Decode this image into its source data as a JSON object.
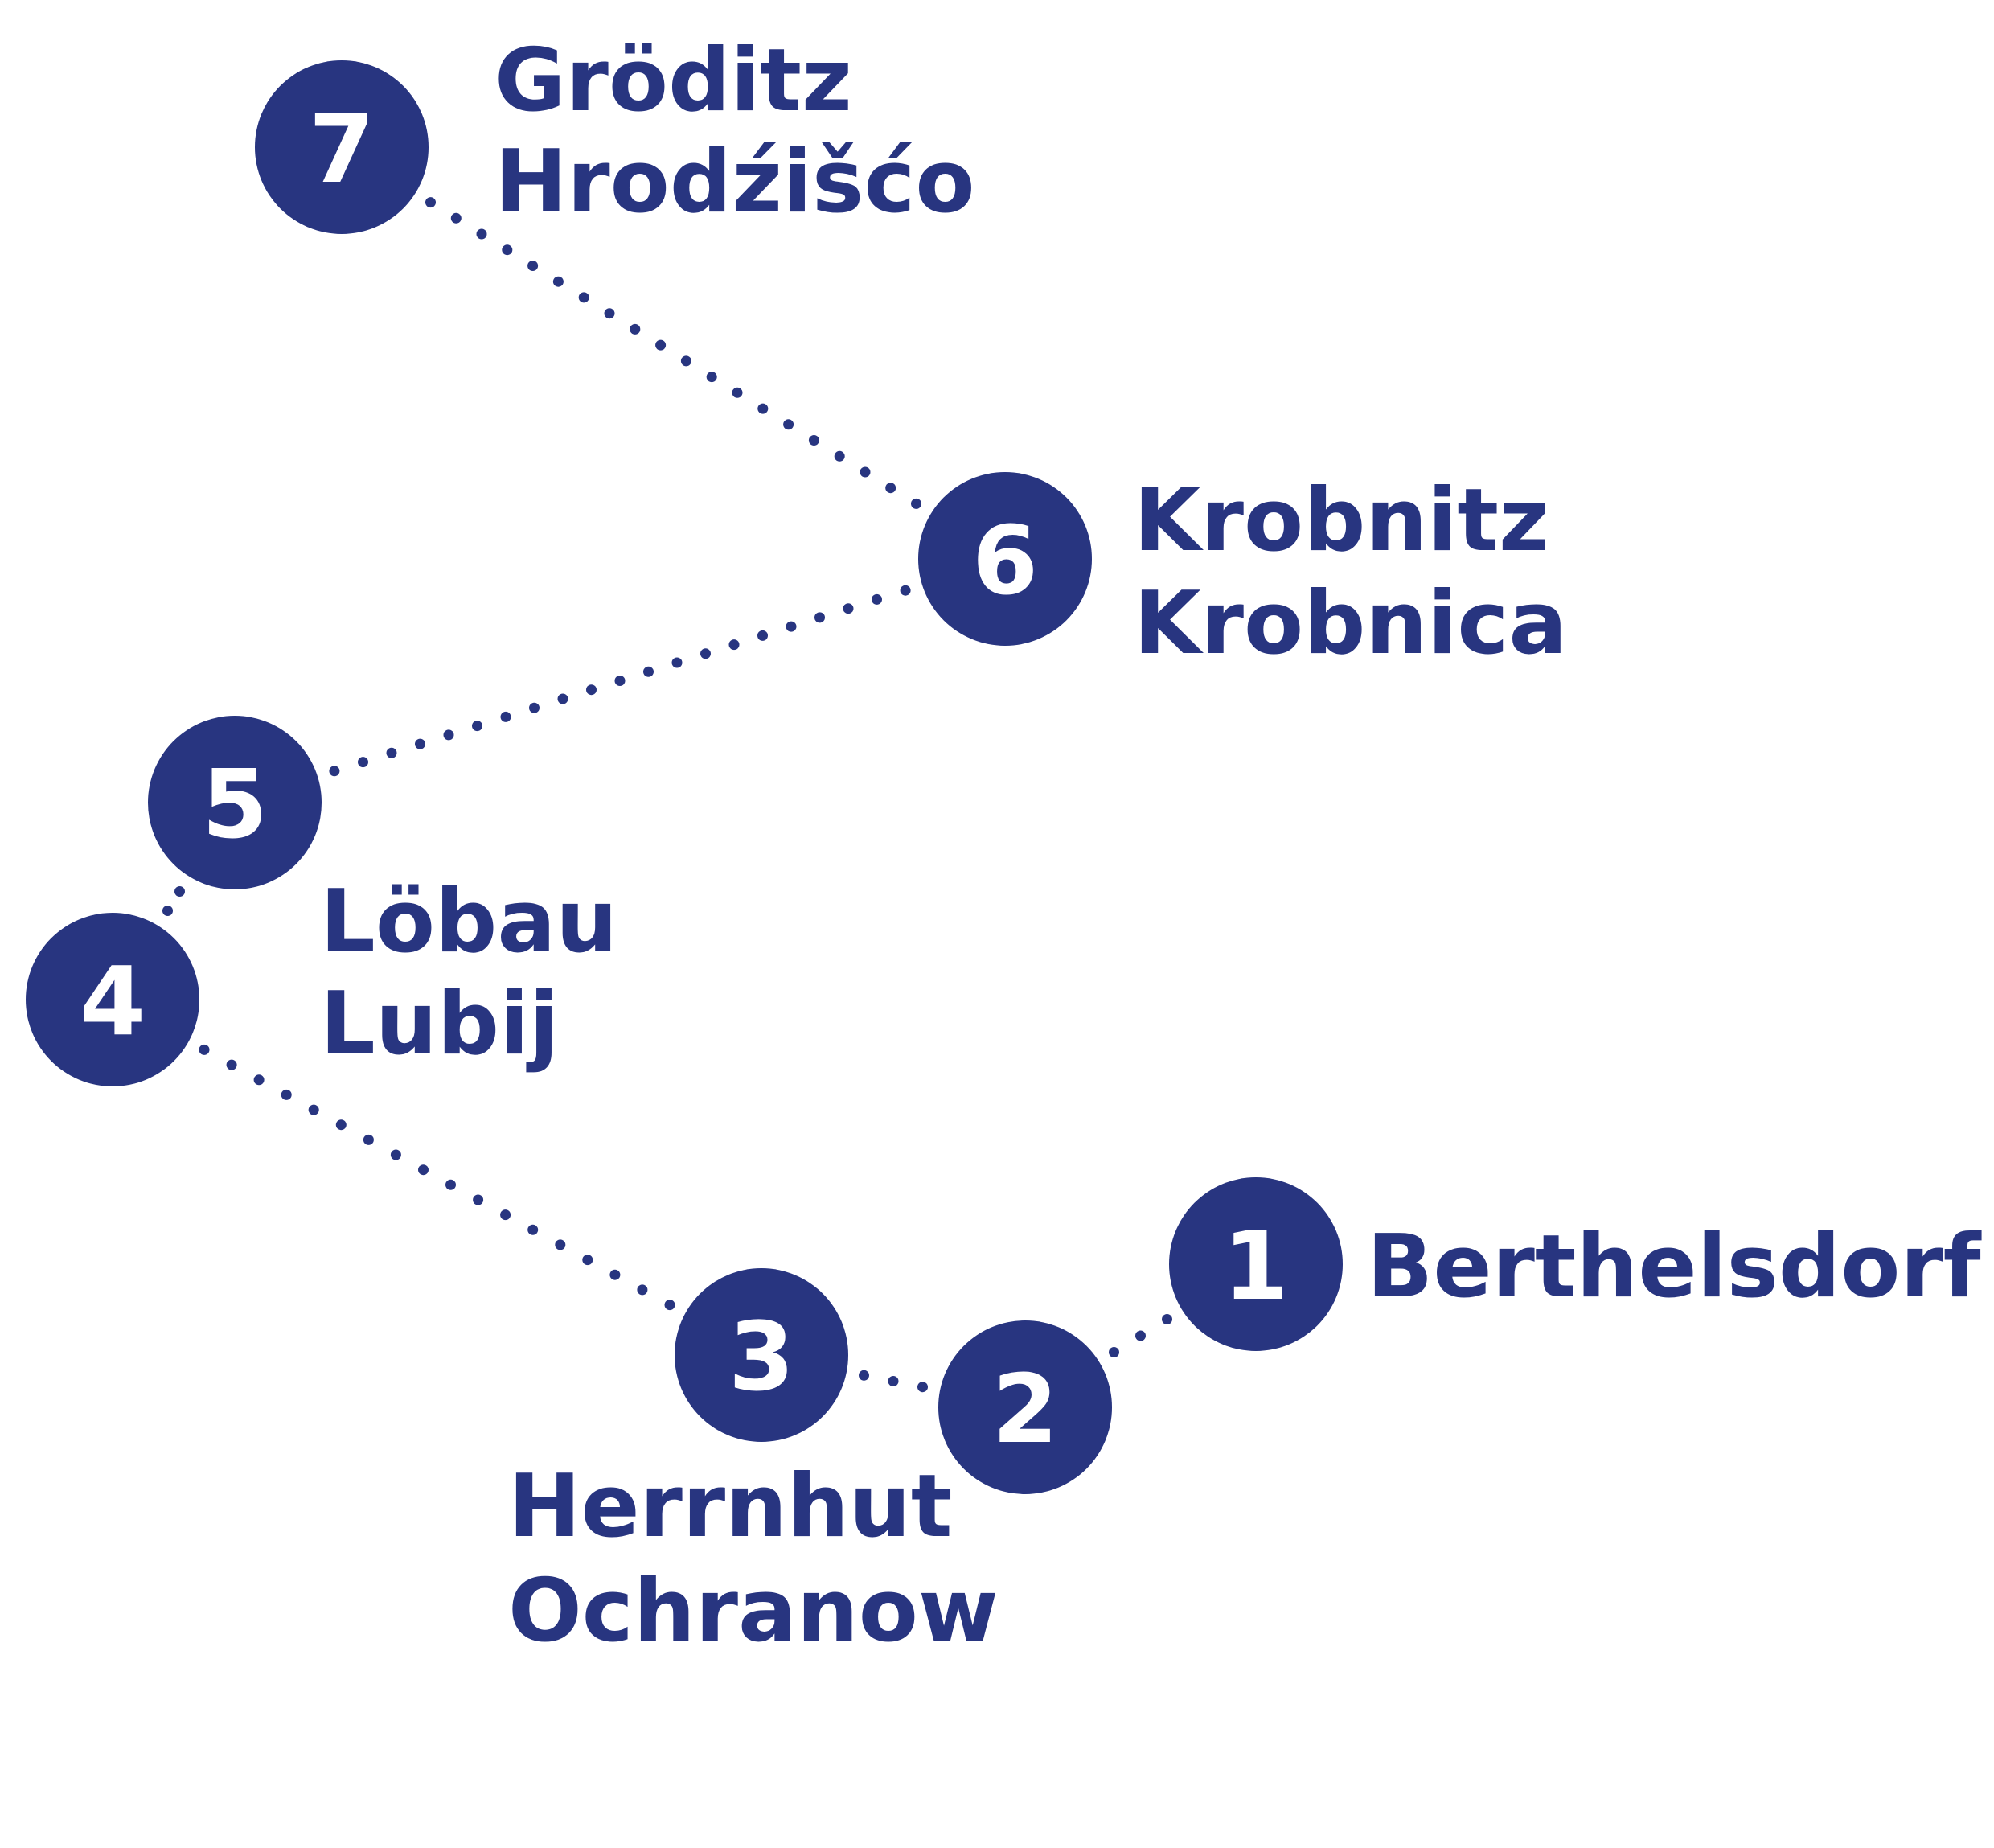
{
  "colors": {
    "primary": "#283580",
    "number": "#ffffff",
    "background": "#ffffff"
  },
  "stops": [
    {
      "number": "7",
      "name_de": "Gröditz",
      "name_hsb": "Hrodźišćo"
    },
    {
      "number": "6",
      "name_de": "Krobnitz",
      "name_hsb": "Krobnica"
    },
    {
      "number": "5",
      "name_de": "Löbau",
      "name_hsb": "Lubij"
    },
    {
      "number": "4",
      "name_de": "",
      "name_hsb": ""
    },
    {
      "number": "3",
      "name_de": "Herrnhut",
      "name_hsb": "Ochranow"
    },
    {
      "number": "2",
      "name_de": "",
      "name_hsb": ""
    },
    {
      "number": "1",
      "name_de": "Berthelsdorf",
      "name_hsb": ""
    }
  ]
}
